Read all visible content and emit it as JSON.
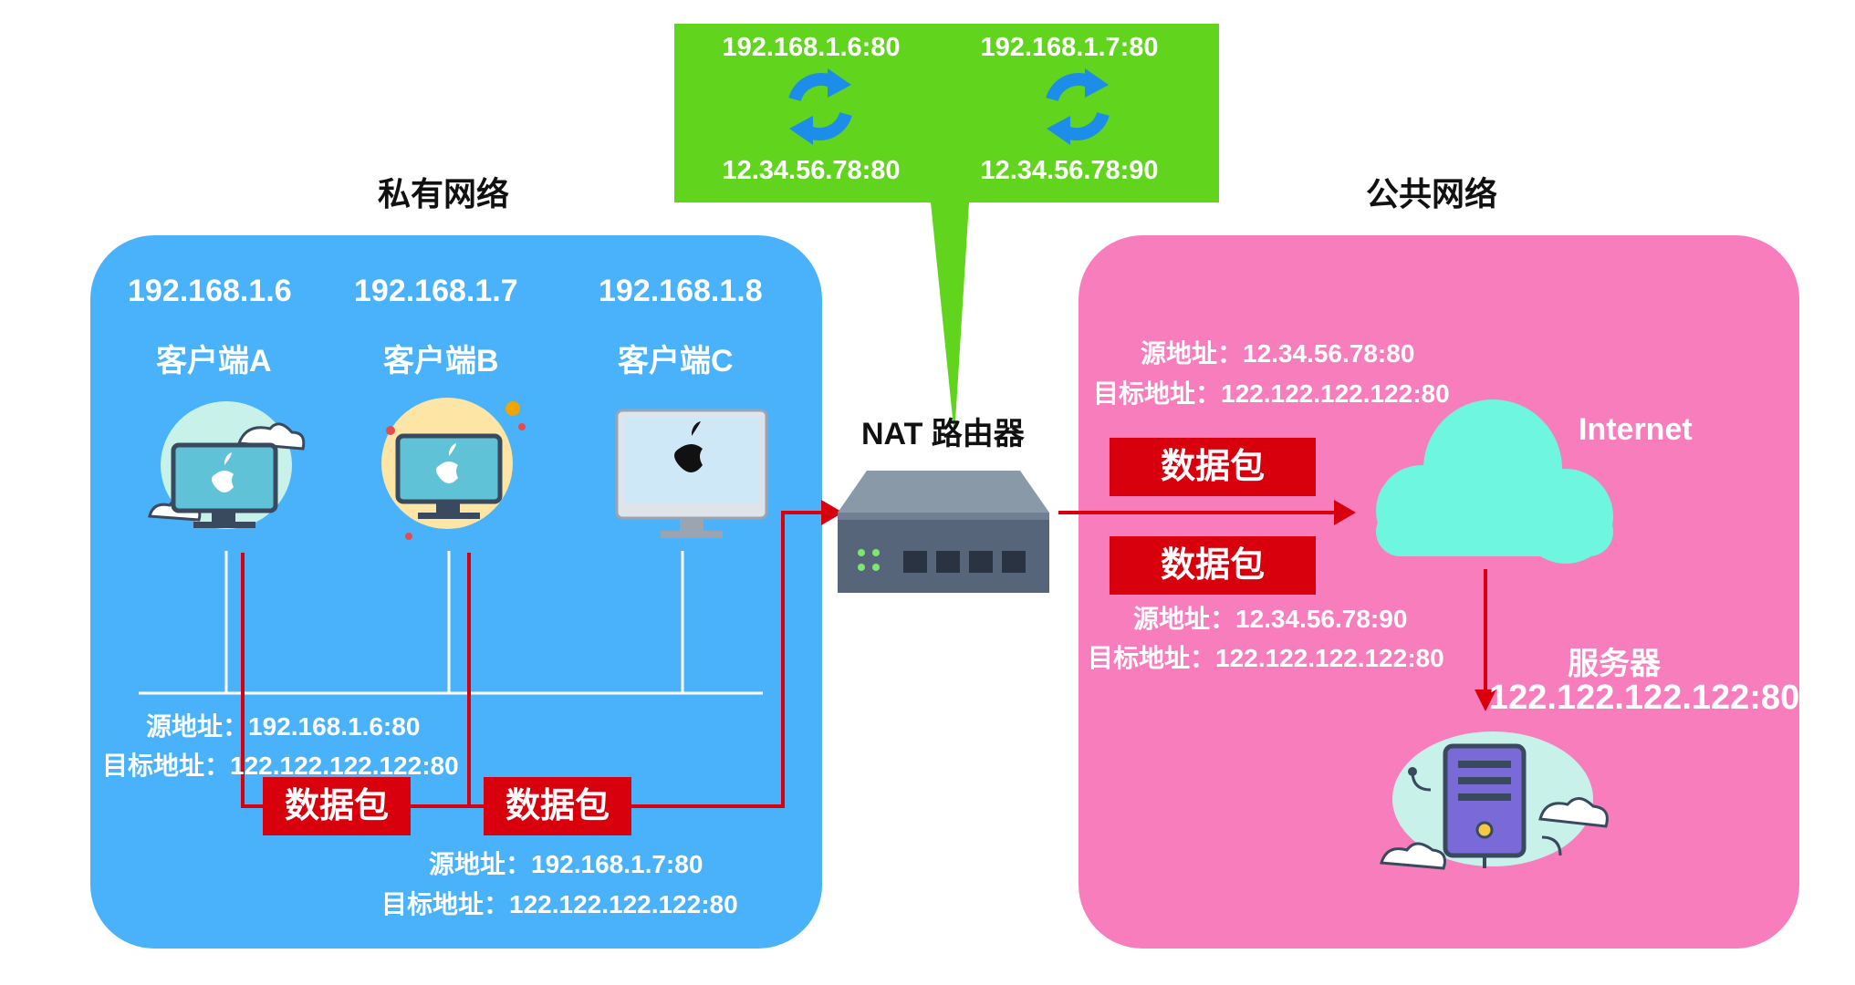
{
  "nat_table": {
    "col1_private": "192.168.1.6:80",
    "col1_public": "12.34.56.78:80",
    "col2_private": "192.168.1.7:80",
    "col2_public": "12.34.56.78:90"
  },
  "private_network": {
    "title": "私有网络",
    "clients": [
      {
        "ip": "192.168.1.6",
        "name": "客户端A"
      },
      {
        "ip": "192.168.1.7",
        "name": "客户端B"
      },
      {
        "ip": "192.168.1.8",
        "name": "客户端C"
      }
    ],
    "packet_a": {
      "label": "数据包",
      "src": "源地址：192.168.1.6:80",
      "dst": "目标地址：122.122.122.122:80"
    },
    "packet_b": {
      "label": "数据包",
      "src": "源地址：192.168.1.7:80",
      "dst": "目标地址：122.122.122.122:80"
    }
  },
  "router": {
    "label": "NAT 路由器"
  },
  "public_network": {
    "title": "公共网络",
    "internet_label": "Internet",
    "packet_1": {
      "label": "数据包",
      "src": "源地址：12.34.56.78:80",
      "dst": "目标地址：122.122.122.122:80"
    },
    "packet_2": {
      "label": "数据包",
      "src": "源地址：12.34.56.78:90",
      "dst": "目标地址：122.122.122.122:80"
    },
    "server": {
      "name": "服务器",
      "address": "122.122.122.122:80"
    }
  },
  "colors": {
    "nat_green": "#61d41e",
    "private_blue": "#4ab2fa",
    "public_pink": "#f87dbd",
    "packet_red": "#d9000d",
    "cloud_cyan": "#6ef6e0"
  }
}
